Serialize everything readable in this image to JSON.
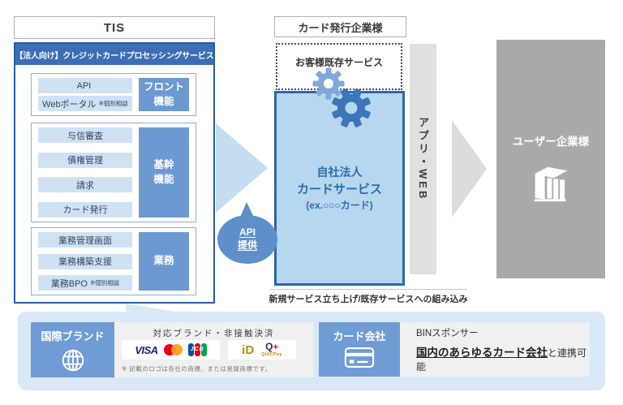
{
  "colors": {
    "accent_blue": "#3d6db5",
    "label_blue": "#6d99d1",
    "row_blue": "#cfe2f4",
    "deep_blue_border": "#2a5ca8",
    "panel_blue_fill": "#b7d7ee",
    "panel_blue_border": "#2c67ae",
    "balloon_blue": "#5d8fcb",
    "light_arrow_blue": "#c5ddf1",
    "band_blue": "#d9e8f7",
    "section_blue": "#6f9cd4",
    "gray_box": "#a9a9a9",
    "gray_bar": "#e0e0e0",
    "visa_navy": "#1a1f71",
    "mc_red": "#eb001b",
    "mc_orange": "#f79e1b",
    "jcb_blue": "#0b4ea2",
    "jcb_red": "#e30613",
    "jcb_green": "#00a650",
    "id_gold": "#b78b00",
    "quicpay_navy": "#1a2c5b",
    "quicpay_red": "#e60012"
  },
  "tis": {
    "title": "TIS",
    "header": "【法人向け】クレジットカードプロセッシングサービス",
    "groups": [
      {
        "label_line1": "フロント",
        "label_line2": "機能",
        "rows": [
          {
            "text": "API",
            "note": ""
          },
          {
            "text": "Webポータル",
            "note": "※個別相談"
          }
        ]
      },
      {
        "label_line1": "基幹",
        "label_line2": "機能",
        "rows": [
          {
            "text": "与信審査",
            "note": ""
          },
          {
            "text": "債権管理",
            "note": ""
          },
          {
            "text": "請求",
            "note": ""
          },
          {
            "text": "カード発行",
            "note": ""
          }
        ]
      },
      {
        "label_line1": "業務",
        "label_line2": "",
        "rows": [
          {
            "text": "業務管理画面",
            "note": ""
          },
          {
            "text": "業務構築支援",
            "note": ""
          },
          {
            "text": "業務BPO",
            "note": "※個別相談"
          }
        ]
      }
    ]
  },
  "api_balloon": {
    "line1": "API",
    "line2": "提供"
  },
  "issuer": {
    "title": "カード発行企業様",
    "existing_service": "お客様既存サービス",
    "service_line1": "自社法人",
    "service_line2": "カードサービス",
    "service_line3": "(ex.○○○カード)",
    "channel": "アプリ・WEB",
    "caption": "新規サービス立ち上げ/既存サービスへの組み込み"
  },
  "user_company": {
    "title": "ユーザー企業様"
  },
  "footer": {
    "intl": {
      "label": "国際ブランド",
      "title": "対応ブランド・非接触決済",
      "visa": "VISA",
      "jcb": "JCB",
      "id": "iD",
      "quicpay_q": "Q",
      "quicpay_plus": "+",
      "quicpay_text": "QUICPay",
      "note": "※ 記載のロゴは各社の商標、または登録商標です。"
    },
    "card_company": {
      "label": "カード会社",
      "line1": "BINスポンサー",
      "line2_strong": "国内のあらゆるカード会社",
      "line2_rest": "と連携可能"
    }
  }
}
